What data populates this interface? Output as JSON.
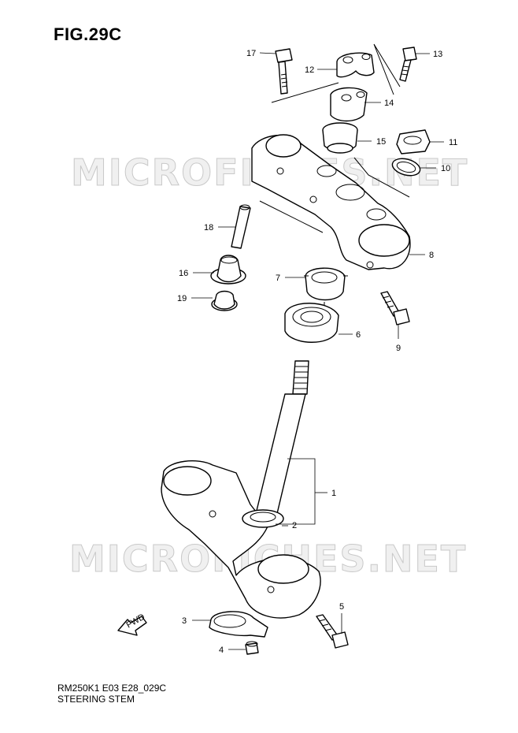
{
  "figure": {
    "title": "FIG.29C",
    "code": "RM250K1 E03 E28_029C",
    "name": "STEERING STEM"
  },
  "watermark": {
    "text": "MICROFICHES.NET"
  },
  "callouts": [
    "17",
    "13",
    "12",
    "14",
    "15",
    "11",
    "10",
    "18",
    "8",
    "16",
    "7",
    "19",
    "9",
    "6",
    "1",
    "2",
    "3",
    "5",
    "4"
  ],
  "fwd_label": "FWD"
}
